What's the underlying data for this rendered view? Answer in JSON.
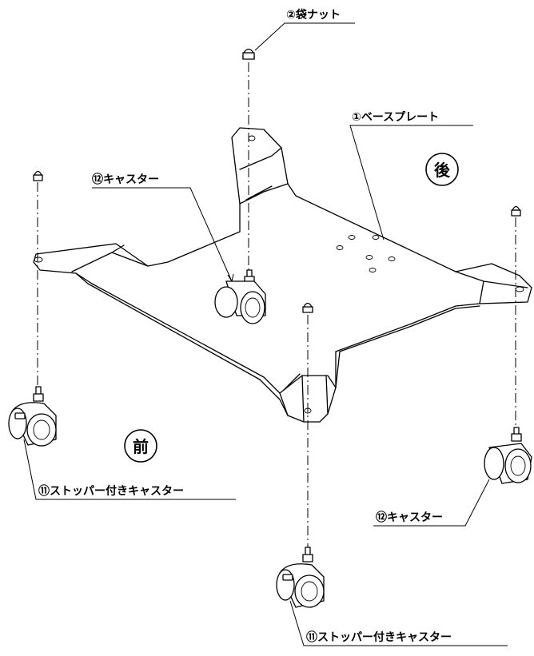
{
  "labels": {
    "cap_nut": "②袋ナット",
    "base_plate": "①ベースプレート",
    "caster_top": "⑫キャスター",
    "caster_right": "⑫キャスター",
    "caster_lock_left": "⑪ストッパー付きキャスター",
    "caster_lock_bottom": "⑪ストッパー付きキャスター",
    "rear": "後",
    "front": "前"
  }
}
